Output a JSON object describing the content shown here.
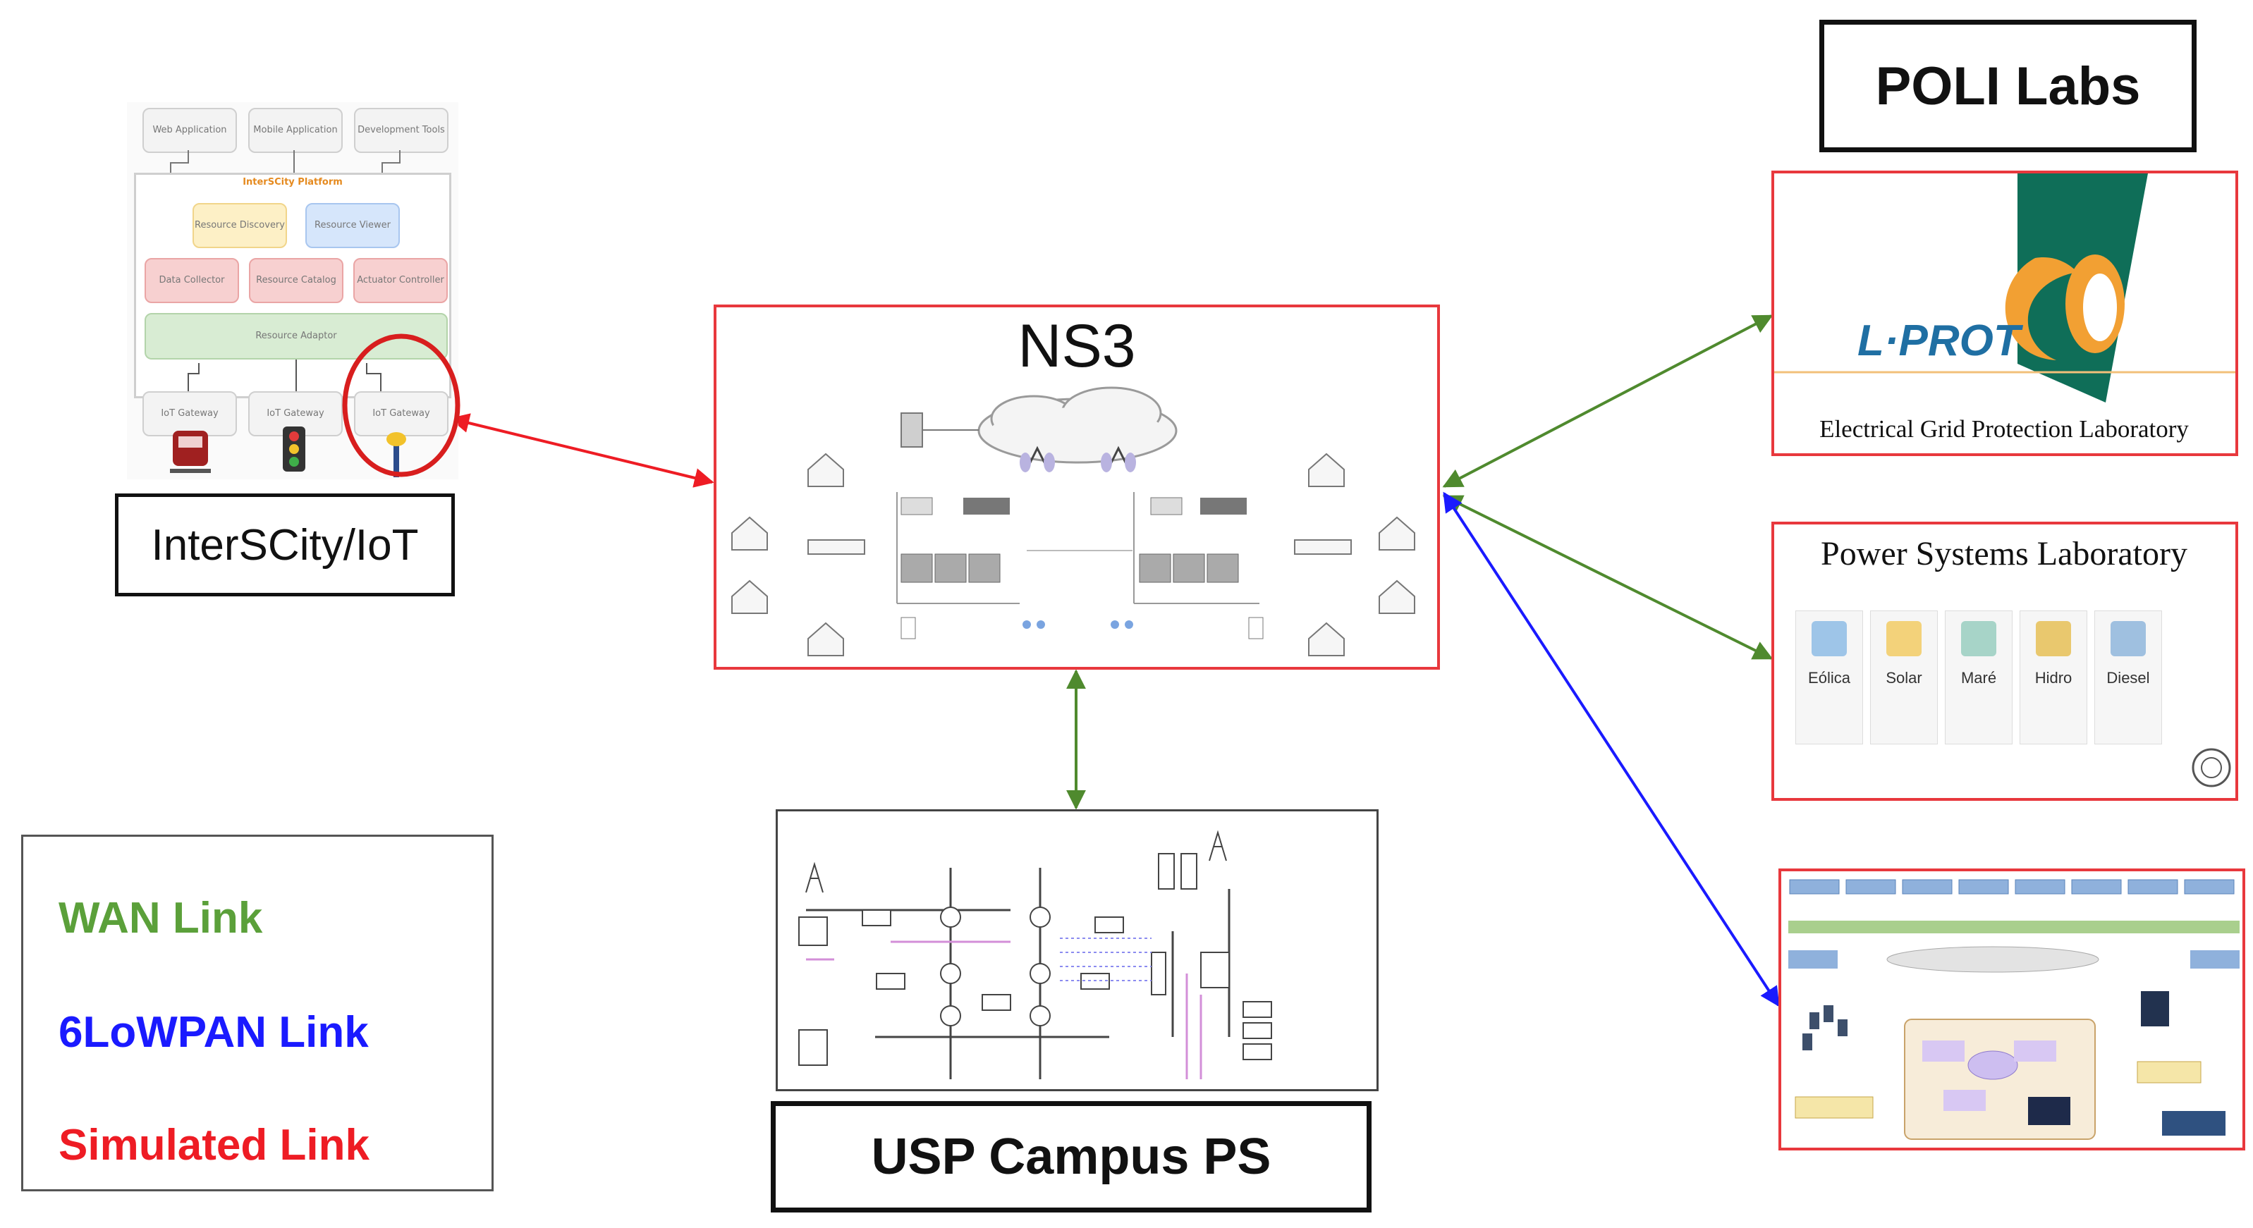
{
  "nodes": {
    "ns3": {
      "title": "NS3"
    },
    "interscity": {
      "label": "InterSCity/IoT",
      "apps": [
        "Web Application",
        "Mobile Application",
        "Development Tools"
      ],
      "platform_label": "InterSCity Platform",
      "services_top": [
        "Resource Discovery",
        "Resource Viewer"
      ],
      "services_mid": [
        "Data Collector",
        "Resource Catalog",
        "Actuator Controller"
      ],
      "adaptor": "Resource Adaptor",
      "gateways": [
        "IoT Gateway",
        "IoT Gateway",
        "IoT Gateway"
      ]
    },
    "poli": {
      "label": "POLI Labs",
      "lprot_logo": "L·PROT",
      "lab1": "Electrical Grid Protection Laboratory",
      "lab2": "Power Systems Laboratory",
      "sources": [
        "Eólica",
        "Solar",
        "Maré",
        "Hidro",
        "Diesel"
      ]
    },
    "usp": {
      "label": "USP Campus PS"
    }
  },
  "legend": {
    "wan": "WAN Link",
    "lowpan": "6LoWPAN Link",
    "simulated": "Simulated Link"
  },
  "colors": {
    "wan": "#5ba03a",
    "lowpan": "#1a1aff",
    "simulated": "#ee1c24",
    "frame_red": "#e8383d",
    "lprot_blue": "#1f6fa3",
    "lprot_green": "#0f6e58",
    "lprot_orange": "#f2a033"
  }
}
